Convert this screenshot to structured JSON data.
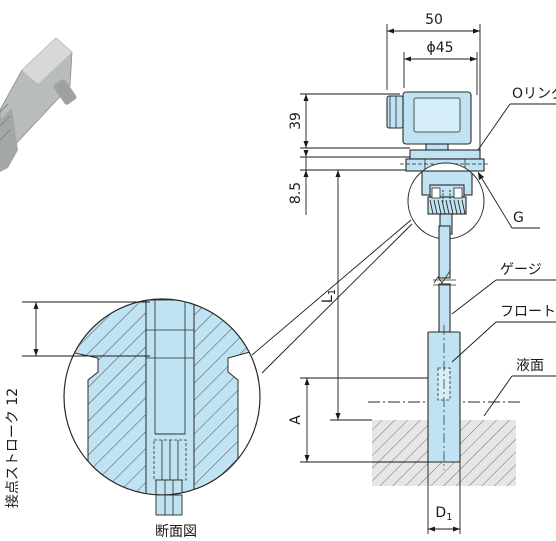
{
  "dimensions": {
    "width_50": "50",
    "phi_45": "ϕ45",
    "h_39": "39",
    "h_8_5": "8.5",
    "l1_main": "L",
    "l1_sub": "1",
    "a": "A",
    "d1_main": "D",
    "d1_sub": "1",
    "stroke_label": "接点ストローク 12"
  },
  "callouts": {
    "o_ring": "Oリング",
    "g": "G",
    "gauge": "ゲージ",
    "float": "フロート",
    "liquid_level": "液面"
  },
  "detail": {
    "caption": "断面図"
  },
  "colors": {
    "part_fill": "#bfe3f2",
    "line": "#2a2a2a",
    "hatch_fill": "#e6e6e6",
    "photo_body": "#b9bcbd"
  }
}
